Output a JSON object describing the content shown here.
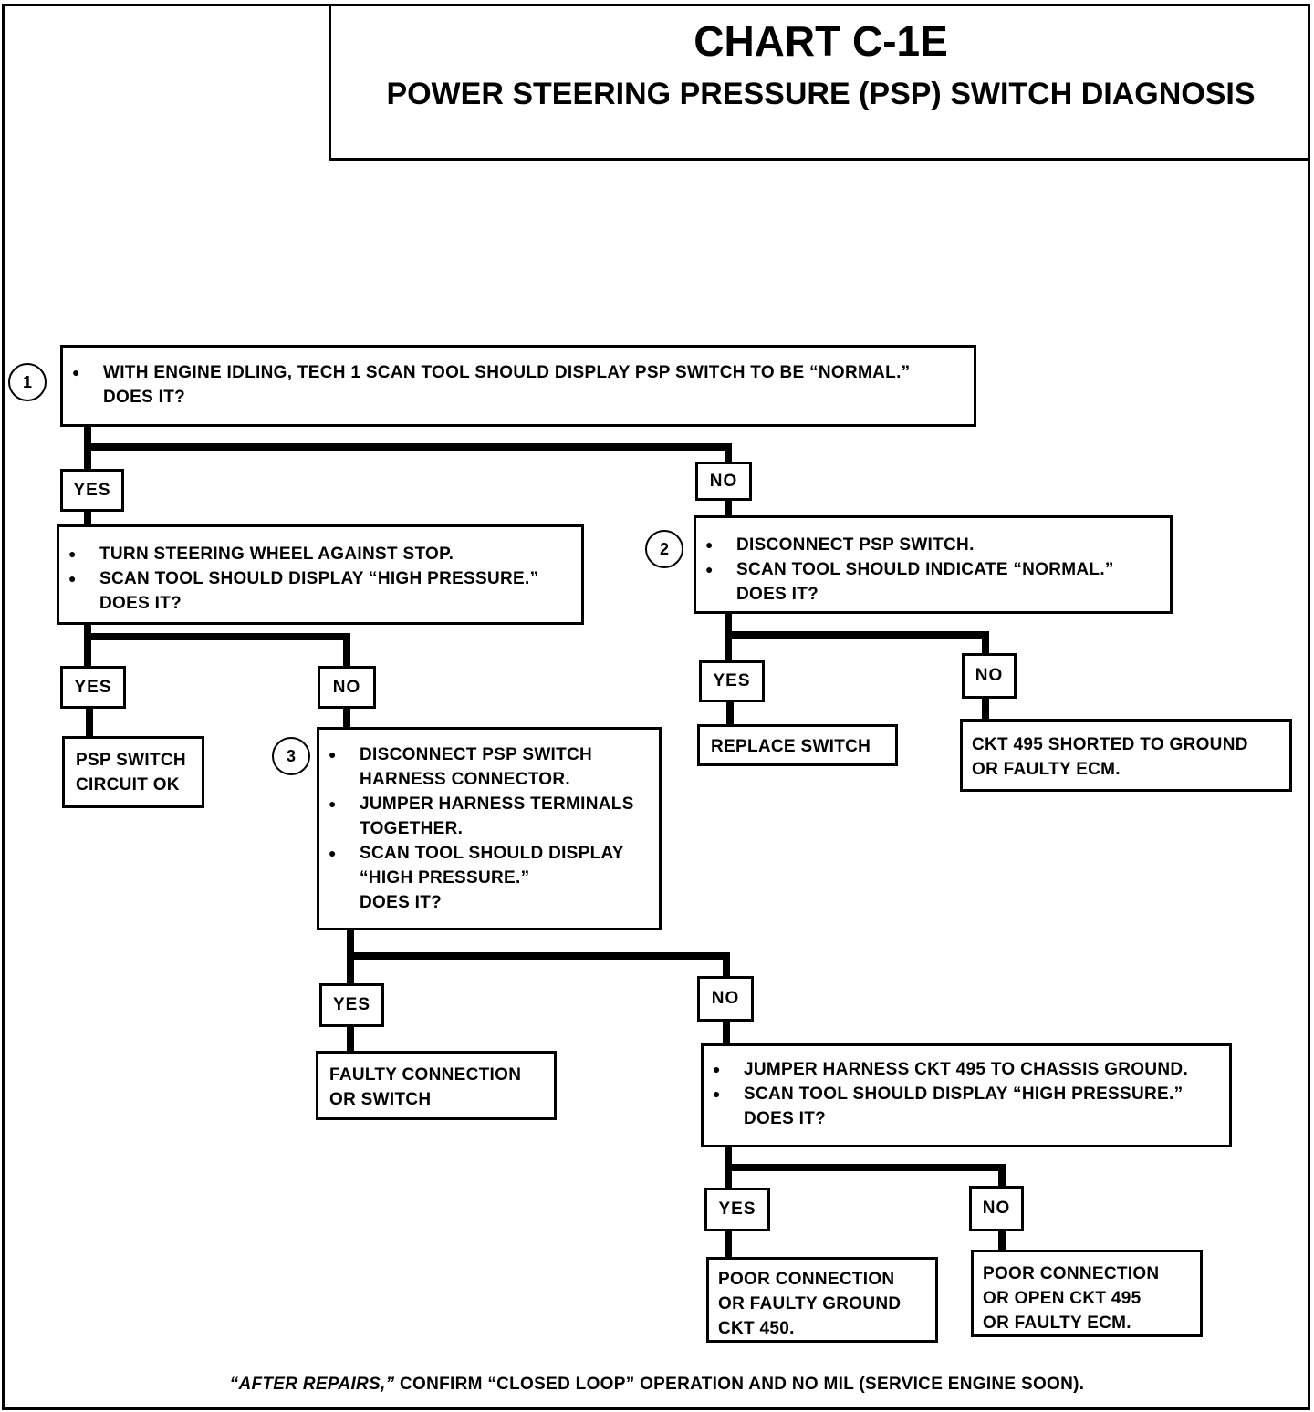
{
  "header": {
    "chart_id": "CHART C-1E",
    "title": "POWER STEERING PRESSURE (PSP) SWITCH DIAGNOSIS"
  },
  "steps": {
    "s1": "1",
    "s2": "2",
    "s3": "3"
  },
  "boxes": {
    "q1": {
      "lines": [
        "WITH ENGINE IDLING, TECH 1 SCAN TOOL SHOULD DISPLAY PSP SWITCH TO BE “NORMAL.”",
        "DOES IT?"
      ]
    },
    "q_steer": {
      "lines": [
        "TURN STEERING WHEEL AGAINST STOP.",
        "SCAN TOOL SHOULD DISPLAY “HIGH PRESSURE.”",
        "DOES IT?"
      ]
    },
    "q2": {
      "lines": [
        "DISCONNECT PSP SWITCH.",
        "SCAN TOOL SHOULD INDICATE “NORMAL.”",
        "DOES IT?"
      ]
    },
    "r_circuit_ok": {
      "lines": [
        "PSP SWITCH",
        "CIRCUIT OK"
      ]
    },
    "q3": {
      "lines": [
        "DISCONNECT PSP SWITCH",
        "HARNESS CONNECTOR.",
        "JUMPER HARNESS TERMINALS",
        "TOGETHER.",
        "SCAN TOOL SHOULD DISPLAY",
        "“HIGH PRESSURE.”",
        "DOES IT?"
      ]
    },
    "r_replace_switch": {
      "lines": [
        "REPLACE SWITCH"
      ]
    },
    "r_ckt495_shorted": {
      "lines": [
        "CKT 495 SHORTED TO GROUND",
        "OR FAULTY ECM."
      ]
    },
    "r_faulty_connection": {
      "lines": [
        "FAULTY CONNECTION",
        "OR  SWITCH"
      ]
    },
    "q_jumper": {
      "lines": [
        "JUMPER HARNESS CKT 495 TO CHASSIS GROUND.",
        "SCAN TOOL SHOULD DISPLAY “HIGH PRESSURE.”",
        "DOES IT?"
      ]
    },
    "r_poor_ground": {
      "lines": [
        "POOR CONNECTION",
        "OR FAULTY GROUND",
        "CKT  450."
      ]
    },
    "r_poor_open": {
      "lines": [
        "POOR CONNECTION",
        "OR OPEN CKT 495",
        "OR FAULTY ECM."
      ]
    }
  },
  "branch_labels": {
    "yes": "YES",
    "no": "NO"
  },
  "footer": {
    "part1": "“AFTER REPAIRS,”",
    "part2": " CONFIRM “CLOSED LOOP” OPERATION AND NO MIL (SERVICE ENGINE SOON)."
  }
}
